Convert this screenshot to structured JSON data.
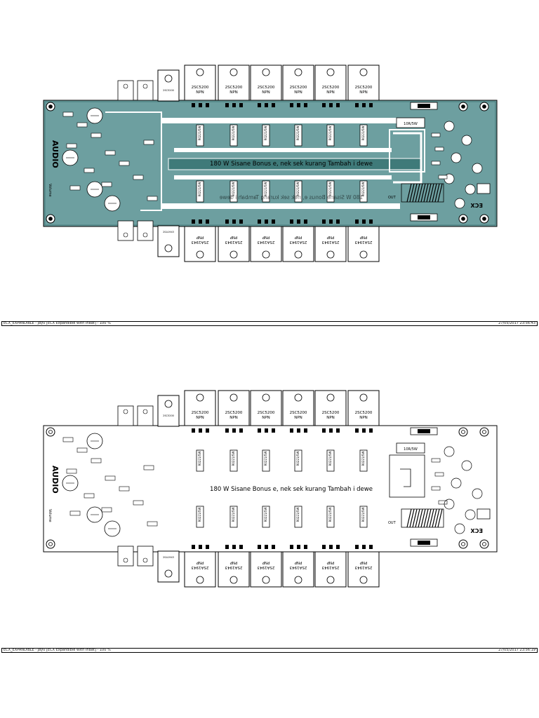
{
  "colors": {
    "board_green": "#6d9fa0",
    "board_green_dark": "#3f7a79",
    "copper_trace": "#ffffff",
    "outline": "#000000",
    "paper": "#ffffff"
  },
  "board_top": {
    "label_main": "180 W Sisane Bonus e, nek sek kurang Tambah i dewe",
    "label_mirror": "180 W Sisane Bonus e, nek sek kurang Tambah i dewe",
    "brand": "ECX",
    "audio_text": "AUDIO",
    "volume_text": "Volume",
    "out_text": "OUT",
    "driver_upper": "2SC5200",
    "driver_lower": "2SA1943"
  },
  "board_bottom": {
    "label_main": "180 W Sisane Bonus e, nek sek kurang Tambah i dewe",
    "brand": "ECX",
    "audio_text": "AUDIO",
    "volume_text": "Volume",
    "out_text": "OUT",
    "driver_upper": "2SC5200",
    "driver_lower": "2SA1943"
  },
  "transistors": {
    "npn_part": "2SC5200",
    "npn_type": "NPN",
    "pnp_part": "2SA1943",
    "pnp_type": "PNP"
  },
  "resistor_label": "R0221/5W",
  "big_resistor_label": "10R/5W",
  "status_top": {
    "left": "ECX_EXPANDIBLE - Jay0 [ECX Expandible With InBat] - 100 %",
    "right": "27/05/2017 23:56:43"
  },
  "status_bottom": {
    "left": "ECX_EXPANDIBLE - Jay0 [ECX Expandible With InBat] - 100 %",
    "right": "27/05/2017 23:56:19"
  }
}
